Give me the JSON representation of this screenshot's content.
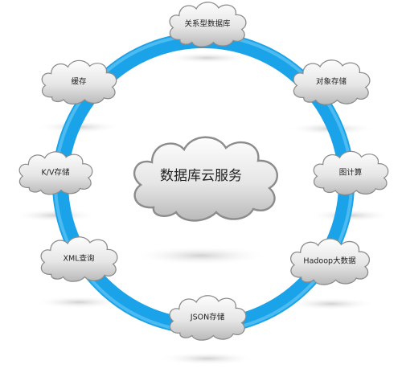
{
  "center": {
    "label": "数据库云服务"
  },
  "nodes": [
    {
      "key": "relational",
      "label": "关系型数据库"
    },
    {
      "key": "object",
      "label": "对象存储"
    },
    {
      "key": "graph",
      "label": "图计算"
    },
    {
      "key": "hadoop",
      "label": "Hadoop大数据"
    },
    {
      "key": "json",
      "label": "JSON存储"
    },
    {
      "key": "xml",
      "label": "XML查询"
    },
    {
      "key": "kv",
      "label": "K/V存储"
    },
    {
      "key": "cache",
      "label": "缓存"
    }
  ],
  "colors": {
    "ring": "#1aa3e8",
    "ring_highlight": "#5cc6f5",
    "cloud_fill_light": "#fbfbfb",
    "cloud_fill_dark": "#bdbdbd",
    "cloud_stroke": "#8a8a8a",
    "shadow": "#d9d9d9",
    "text": "#222222"
  }
}
